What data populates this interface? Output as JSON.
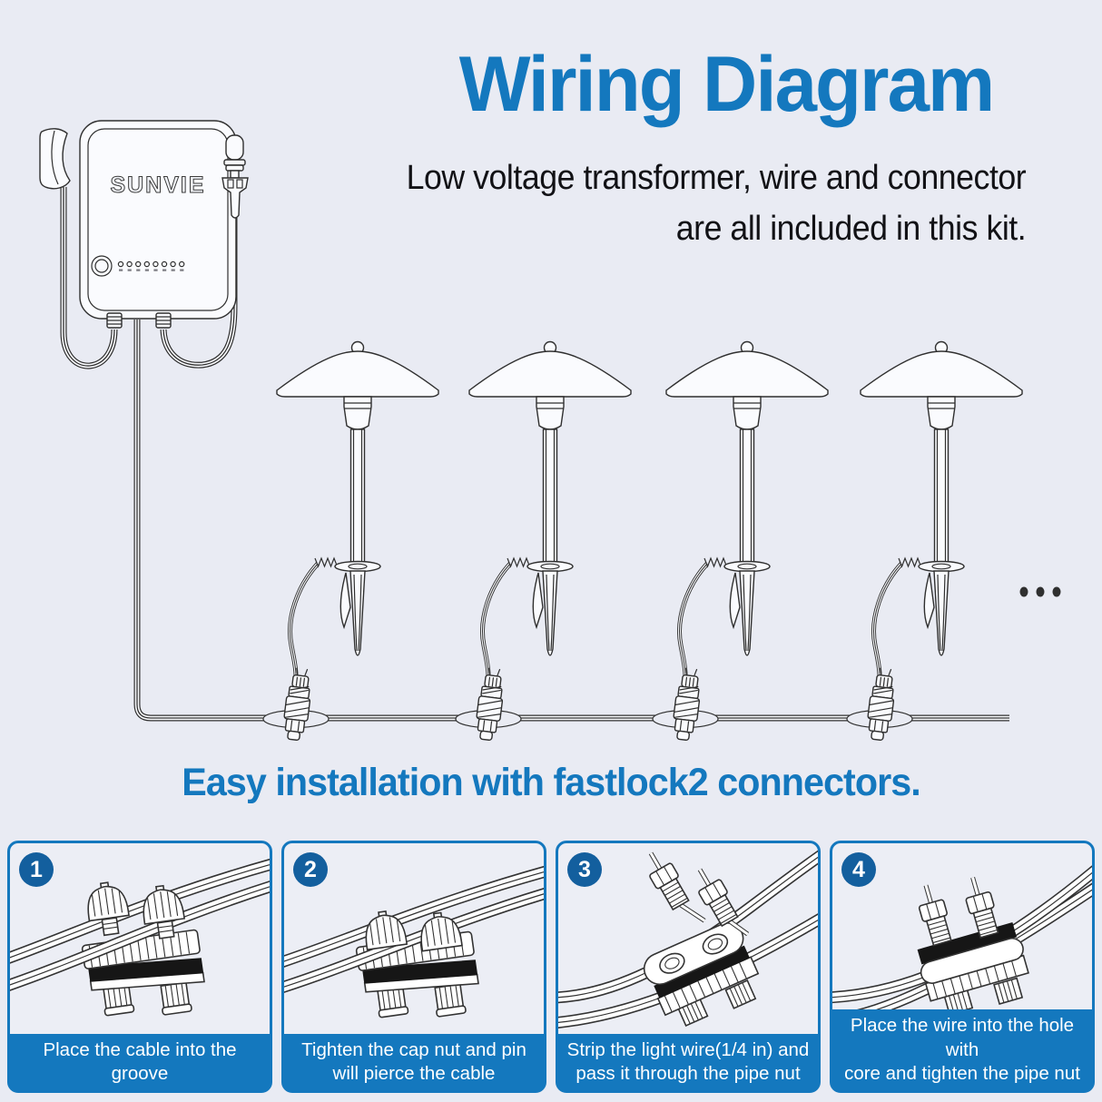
{
  "header": {
    "title": "Wiring Diagram",
    "subtitle_line1": "Low voltage transformer, wire and connector",
    "subtitle_line2": "are all included in this kit."
  },
  "diagram": {
    "brand": "SUNVIE",
    "lights_count": 4,
    "icons": {
      "transformer": "transformer-box",
      "plug": "wall-plug-icon",
      "sensor": "photocell-sensor-icon",
      "lights": "path-light-icon",
      "connectors": "fastlock-connector-icon",
      "continuation": "ellipsis-dots-icon"
    }
  },
  "section2": {
    "heading": "Easy installation with fastlock2 connectors."
  },
  "steps": [
    {
      "number": "1",
      "lines": [
        "Place the cable into the groove"
      ]
    },
    {
      "number": "2",
      "lines": [
        "Tighten the cap nut and pin",
        "will pierce the cable"
      ]
    },
    {
      "number": "3",
      "lines": [
        "Strip the light wire(1/4 in) and",
        "pass it through the pipe nut"
      ]
    },
    {
      "number": "4",
      "lines": [
        "Place the wire into the hole with",
        "core and tighten the pipe nut"
      ]
    }
  ],
  "colors": {
    "accent_blue": "#1478be",
    "badge_blue": "#135f9e",
    "background": "#e9ebf3",
    "ink": "#2f2f2f"
  }
}
